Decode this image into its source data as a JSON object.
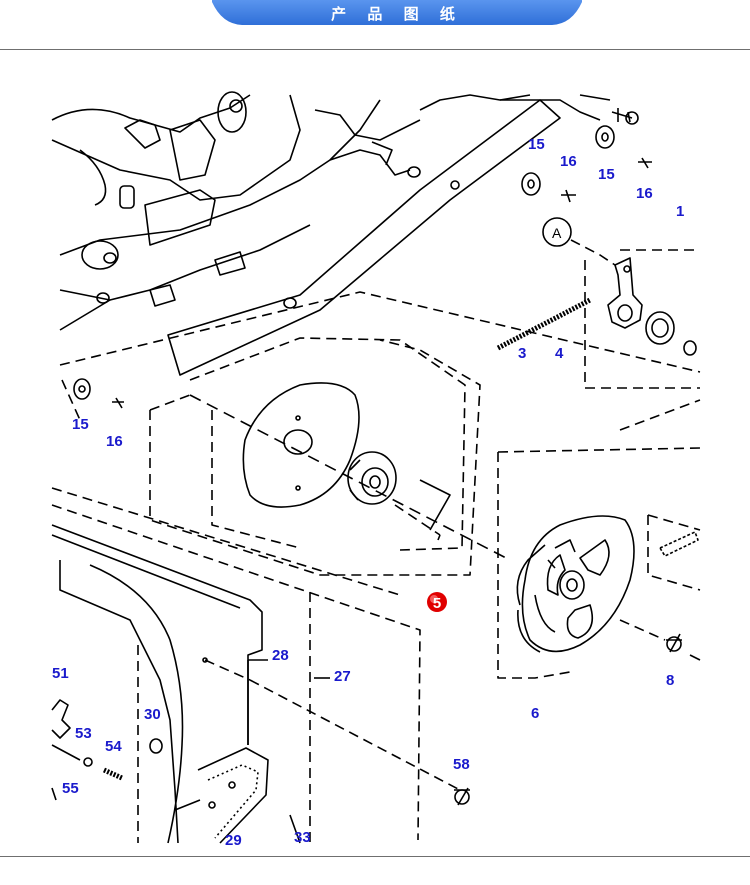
{
  "header": {
    "title": "产 品 图 纸",
    "tab_color": "#3a7be0"
  },
  "diagram": {
    "callout_color": "#1a1acc",
    "highlight_color": "#e00000",
    "reference_label": "A",
    "highlight_label": "5",
    "labels": {
      "l15a": "15",
      "l16a": "16",
      "l15b": "15",
      "l16b": "16",
      "l1": "1",
      "l3": "3",
      "l4": "4",
      "l15c": "15",
      "l16c": "16",
      "l8": "8",
      "l6": "6",
      "l28": "28",
      "l27": "27",
      "l51": "51",
      "l30": "30",
      "l53": "53",
      "l54": "54",
      "l55": "55",
      "l58": "58",
      "l29": "29",
      "l33": "33"
    }
  }
}
